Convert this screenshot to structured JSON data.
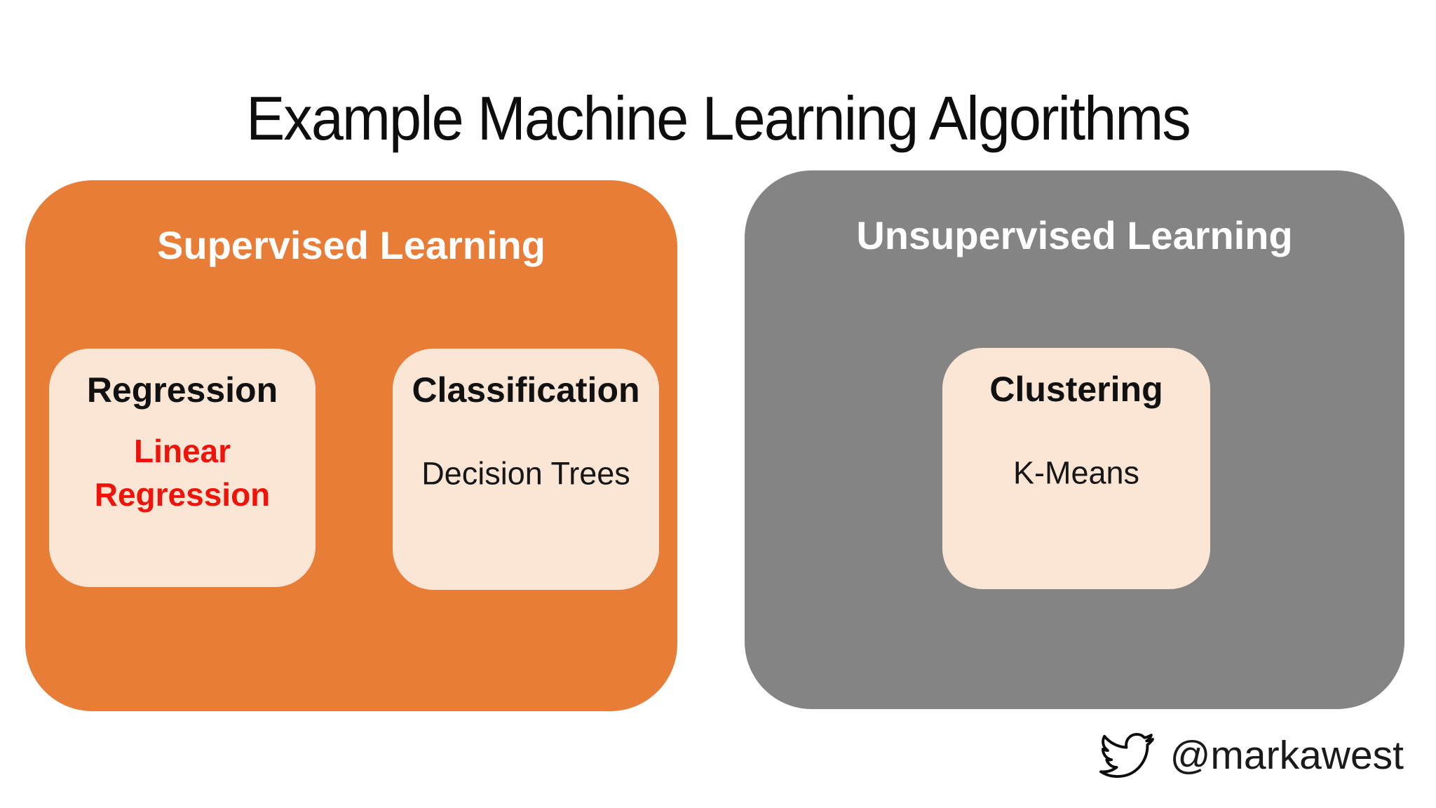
{
  "title": "Example Machine Learning Algorithms",
  "colors": {
    "orange": "#E87D38",
    "gray": "#848484",
    "cream": "#FBE6D6",
    "red": "#EE140A"
  },
  "panels": [
    {
      "id": "supervised",
      "label": "Supervised Learning",
      "boxes": [
        {
          "title": "Regression",
          "item": "Linear Regression",
          "highlighted": true
        },
        {
          "title": "Classification",
          "item": "Decision Trees",
          "highlighted": false
        }
      ]
    },
    {
      "id": "unsupervised",
      "label": "Unsupervised Learning",
      "boxes": [
        {
          "title": "Clustering",
          "item": "K-Means",
          "highlighted": false
        }
      ]
    }
  ],
  "footer": {
    "twitter_icon": "twitter-bird-icon",
    "twitter_handle": "@markawest"
  }
}
